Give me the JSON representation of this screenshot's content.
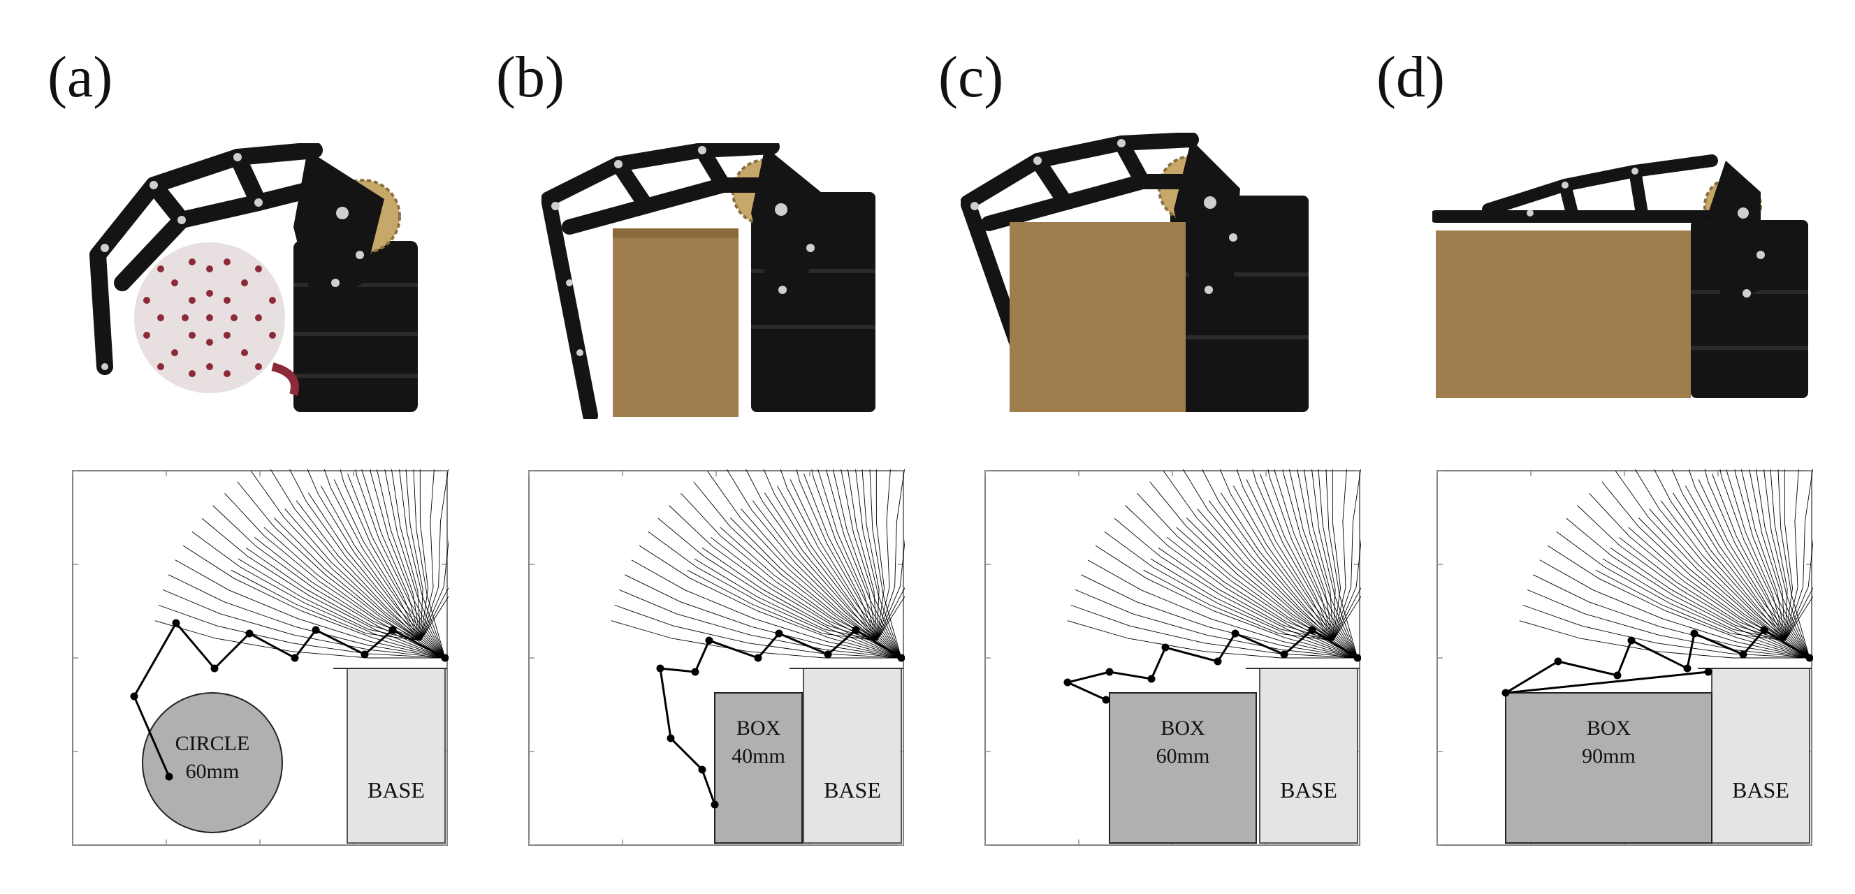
{
  "panels": [
    {
      "label": "(a)",
      "object": {
        "shape": "circle",
        "lines": [
          "CIRCLE",
          "60mm"
        ]
      },
      "base": "BASE",
      "grasp": "wrap-circle"
    },
    {
      "label": "(b)",
      "object": {
        "shape": "box",
        "lines": [
          "BOX",
          "40mm"
        ]
      },
      "base": "BASE",
      "grasp": "wrap-small-box"
    },
    {
      "label": "(c)",
      "object": {
        "shape": "box",
        "lines": [
          "BOX",
          "60mm"
        ]
      },
      "base": "BASE",
      "grasp": "wrap-medium-box"
    },
    {
      "label": "(d)",
      "object": {
        "shape": "box",
        "lines": [
          "BOX",
          "90mm"
        ]
      },
      "base": "BASE",
      "grasp": "flat-large-box"
    }
  ],
  "colors": {
    "object_fill": "#b0b0b0",
    "base_fill": "#e4e4e4",
    "cardboard": "#a07d4d",
    "gripper": "#141414",
    "gear": "#c8a86a",
    "disk": "#e8e0e0",
    "disk_holes": "#8c2a38"
  }
}
